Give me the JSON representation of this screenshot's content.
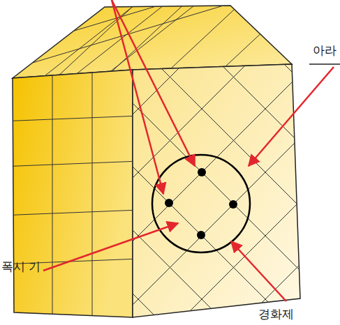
{
  "diagram": {
    "labels": [
      "아라",
      "폭시 기",
      "경화제"
    ]
  }
}
